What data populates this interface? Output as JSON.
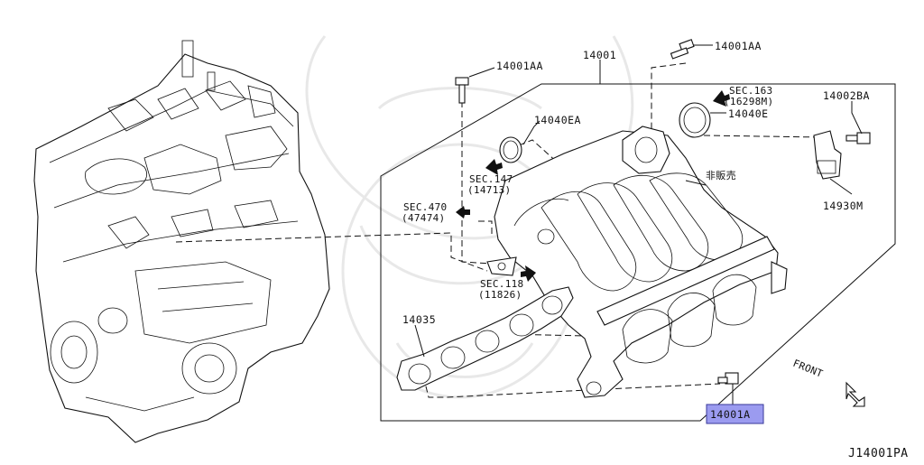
{
  "diagram": {
    "labels": {
      "bolt_top_left": "14001AA",
      "manifold": "14001",
      "bolt_top_right": "14001AA",
      "sec163": "SEC.163",
      "sec163_ref": "(16298M)",
      "gasket_round": "14040E",
      "bracket_bolt": "14002BA",
      "gasket_small": "14040EA",
      "sec147": "SEC.147",
      "sec147_ref": "(14713)",
      "not_for_sale": "非販売",
      "sec470": "SEC.470",
      "sec470_ref": "(47474)",
      "sensor": "14930M",
      "sec118": "SEC.118",
      "sec118_ref": "(11826)",
      "gasket_intake": "14035",
      "front": "FRONT",
      "highlighted_part": "14001A",
      "diagram_code": "J14001PA"
    },
    "colors": {
      "highlight_fill": "#9b9bf0",
      "highlight_stroke": "#3a3a9a",
      "line": "#111111",
      "watermark": "#e6e6e6"
    },
    "icons": {
      "front": "front-arrow-icon",
      "sec_arrow": "solid-arrow-icon"
    }
  }
}
